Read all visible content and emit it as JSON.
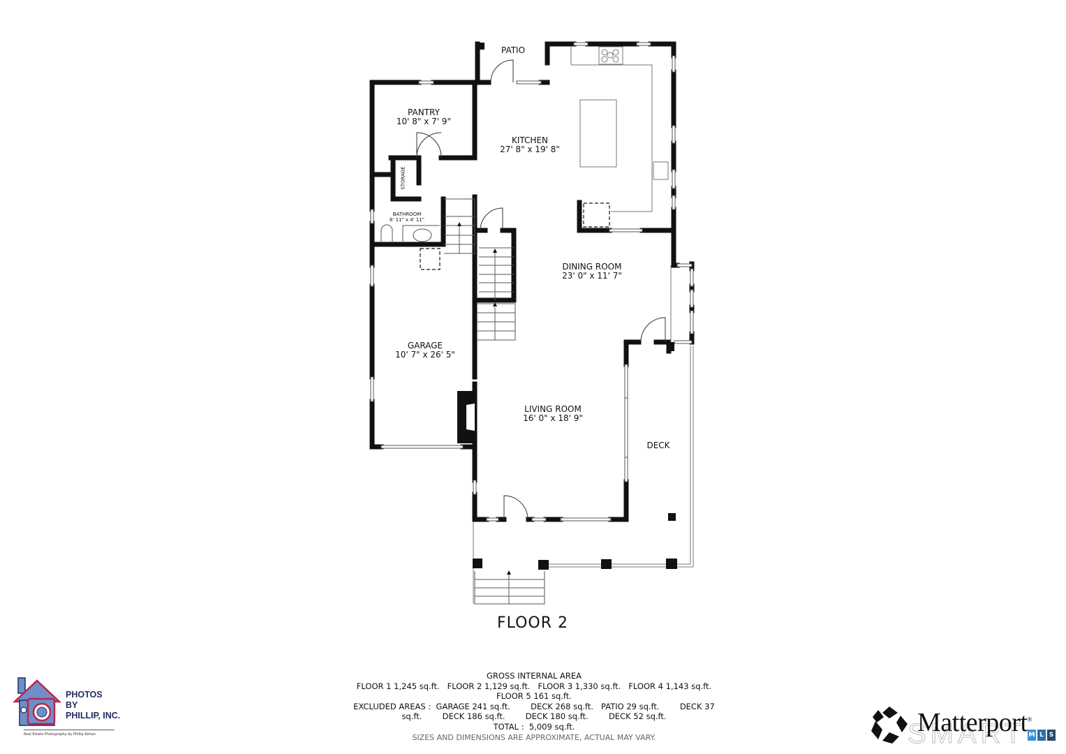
{
  "floor_title": "FLOOR 2",
  "rooms": [
    {
      "name": "PATIO",
      "dimensions": ""
    },
    {
      "name": "PANTRY",
      "dimensions": "10' 8\" x 7' 9\""
    },
    {
      "name": "KITCHEN",
      "dimensions": "27' 8\" x 19' 8\""
    },
    {
      "name": "STORAGE",
      "dimensions": ""
    },
    {
      "name": "BATHROOM",
      "dimensions": "6' 11\" x 4' 11\""
    },
    {
      "name": "DINING ROOM",
      "dimensions": "23' 0\" x 11' 7\""
    },
    {
      "name": "GARAGE",
      "dimensions": "10' 7\" x 26' 5\""
    },
    {
      "name": "LIVING ROOM",
      "dimensions": "16' 0\" x 18' 9\""
    },
    {
      "name": "DECK",
      "dimensions": ""
    }
  ],
  "area_summary": {
    "heading": "GROSS INTERNAL AREA",
    "floors_line": "FLOOR 1 1,245 sq.ft.   FLOOR 2 1,129 sq.ft.   FLOOR 3 1,330 sq.ft.   FLOOR 4 1,143 sq.ft.",
    "floors_line2": "FLOOR 5 161 sq.ft.",
    "excluded_line": "EXCLUDED AREAS :  GARAGE 241 sq.ft.        DECK 268 sq.ft.   PATIO 29 sq.ft.        DECK 37",
    "excluded_line2": "sq.ft.        DECK 186 sq.ft.        DECK 180 sq.ft.        DECK 52 sq.ft.",
    "total_line": "TOTAL :  5,009 sq.ft.",
    "disclaimer": "SIZES AND DIMENSIONS ARE APPROXIMATE, ACTUAL MAY VARY."
  },
  "logo_left": {
    "brand_line1": "PHOTOS",
    "brand_line2": "BY",
    "brand_line3": "PHILLIP, INC.",
    "tagline": "Real Estate Photography by Phillip Kohan",
    "colors": {
      "navy": "#1f2b5e",
      "red": "#c0234a",
      "blue": "#6e8fc9"
    }
  },
  "logo_right": {
    "brand": "Matterport",
    "registered": "®",
    "watermark": "SMART",
    "mls_letters": [
      "M",
      "L",
      "S"
    ],
    "mls_colors": [
      "#3b8fd6",
      "#2c6fb0",
      "#2a4a66"
    ]
  }
}
